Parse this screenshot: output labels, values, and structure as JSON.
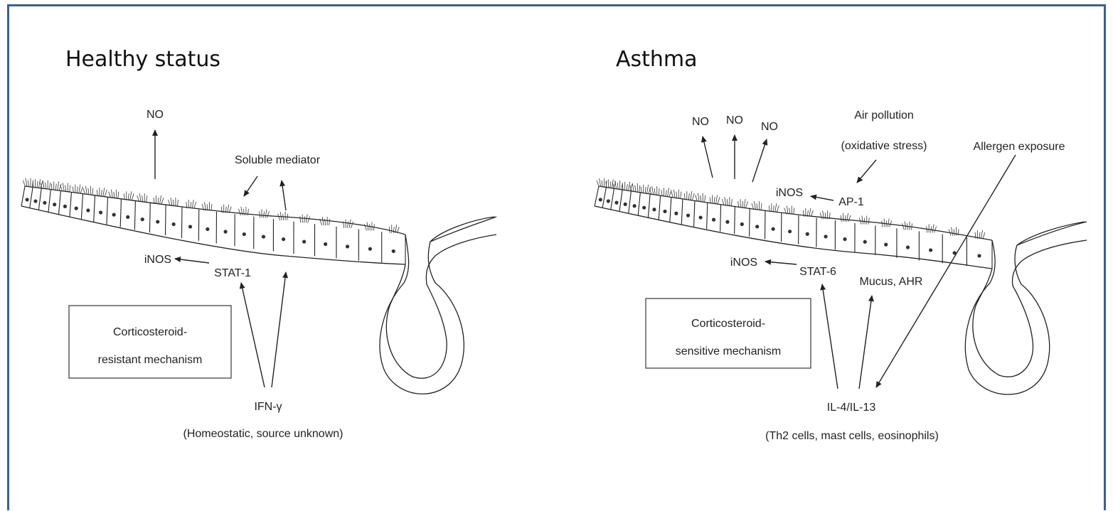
{
  "left_panel": {
    "title": "Healthy status",
    "labels": {
      "no": "NO",
      "soluble_mediator": "Soluble mediator",
      "inos": "iNOS",
      "stat1": "STAT-1",
      "box_line1": "Corticosteroid-",
      "box_line2": "resistant mechanism",
      "ifn": "IFN-γ",
      "ifn_source": "(Homeostatic, source unknown)"
    }
  },
  "right_panel": {
    "title": "Asthma",
    "labels": {
      "no1": "NO",
      "no2": "NO",
      "no3": "NO",
      "air_pollution": "Air pollution",
      "oxidative_stress": "(oxidative stress)",
      "allergen_exposure": "Allergen exposure",
      "inos_top": "iNOS",
      "ap1": "AP-1",
      "inos_mid": "iNOS",
      "stat6": "STAT-6",
      "mucus_ahr": "Mucus, AHR",
      "box_line1": "Corticosteroid-",
      "box_line2": "sensitive mechanism",
      "il4_il13": "IL-4/IL-13",
      "cell_sources": "(Th2 cells, mast cells, eosinophils)"
    }
  },
  "colors": {
    "border": "#3b5f8f",
    "line": "#222222"
  }
}
